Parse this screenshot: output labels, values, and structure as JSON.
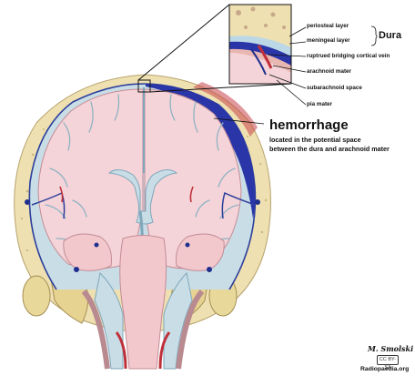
{
  "labels": {
    "periosteal": "periosteal layer",
    "meningeal": "meningeal layer",
    "dura": "Dura",
    "vein": "ruptrued bridging cortical vein",
    "arachnoid": "arachnoid mater",
    "subarachnoid": "subarachnoid space",
    "pia": "pia mater"
  },
  "hemorrhage": {
    "title": "hemorrhage",
    "line1": "located in the potential space",
    "line2": "between the dura and arachnoid mater"
  },
  "credits": {
    "signature": "M. Smolski",
    "license": "CC BY-SA",
    "site": "Radiopaedia.org"
  },
  "colors": {
    "background": "#ffffff",
    "skull": "#eee0b0",
    "brain": "#f4d4d8",
    "brainstem": "#f2c8cd",
    "dura": "#2c3e9c",
    "hematoma": "#2a36a8",
    "csf": "#b8d4de",
    "vessels": "#c0303a"
  }
}
